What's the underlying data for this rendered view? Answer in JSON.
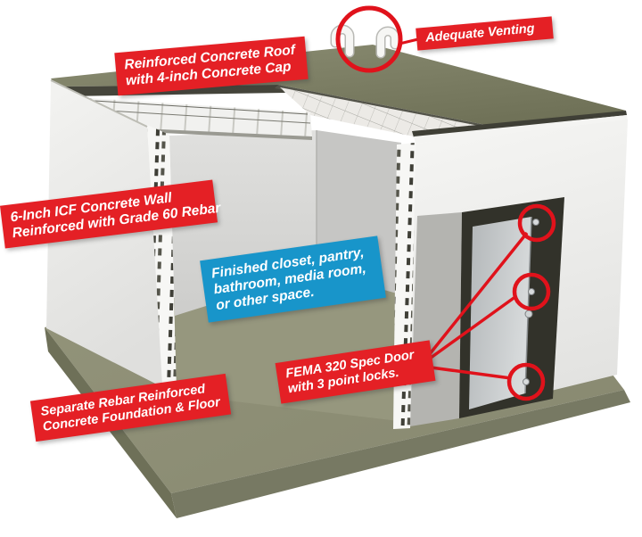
{
  "colors": {
    "background": "#ffffff",
    "label_red": "#e42025",
    "label_blue": "#1895ca",
    "annotation_red": "#e0121b",
    "roof_cap_olive": "#7c7e63",
    "slab_olive": "#8e9077",
    "wall_white": "#efefed",
    "door_frame_dark": "#32322a"
  },
  "labels": {
    "roof": {
      "lines": [
        "Reinforced Concrete Roof",
        "with 4-inch Concrete Cap"
      ]
    },
    "venting": {
      "lines": [
        "Adequate Venting"
      ]
    },
    "wall": {
      "lines": [
        "6-Inch ICF Concrete Wall",
        "Reinforced with Grade 60 Rebar"
      ]
    },
    "interior": {
      "lines": [
        "Finished closet, pantry,",
        "bathroom, media room,",
        "or other space."
      ]
    },
    "foundation": {
      "lines": [
        "Separate Rebar Reinforced",
        "Concrete Foundation & Floor"
      ]
    },
    "door": {
      "lines": [
        "FEMA 320 Spec Door",
        "with 3 point locks."
      ]
    }
  },
  "door": {
    "lock_points": 3
  },
  "icons": [
    "vent-pipes-icon",
    "highlight-circle",
    "lock-point-marker",
    "leader-line"
  ]
}
